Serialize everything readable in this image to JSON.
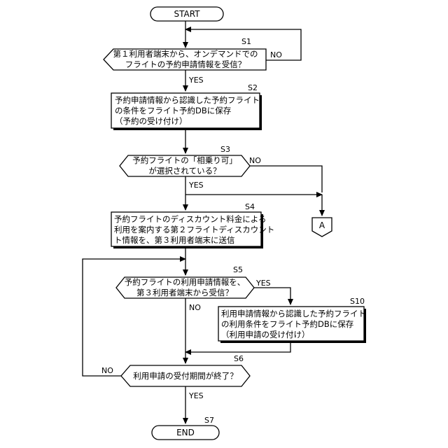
{
  "start": "START",
  "end": "END",
  "steps": {
    "s1": {
      "id": "S1",
      "lines": [
        "第１利用者端末から、オンデマンドでの",
        "フライトの予約申請情報を受信？"
      ],
      "yes": "YES",
      "no": "NO"
    },
    "s2": {
      "id": "S2",
      "lines": [
        "予約申請情報から認識した予約フライト",
        "の条件をフライト予約DBに保存",
        "（予約の受け付け）"
      ]
    },
    "s3": {
      "id": "S3",
      "lines": [
        "予約フライトの「相乗り可」",
        "が選択されている？"
      ],
      "yes": "YES",
      "no": "NO"
    },
    "connector": "A",
    "s4": {
      "id": "S4",
      "lines": [
        "予約フライトのディスカウント料金による",
        "利用を案内する第２フライトディスカウント",
        "ト情報を、第３利用者端末に送信"
      ]
    },
    "s5": {
      "id": "S5",
      "lines": [
        "予約フライトの利用申請情報を、",
        "第３利用者端末から受信？"
      ],
      "yes": "YES",
      "no": "NO"
    },
    "s10": {
      "id": "S10",
      "lines": [
        "利用申請情報から認識した予約フライト",
        "の利用条件をフライト予約DBに保存",
        "（利用申請の受け付け）"
      ]
    },
    "s6": {
      "id": "S6",
      "lines": [
        "利用申請の受付期間が終了？"
      ],
      "yes": "YES",
      "no": "NO"
    },
    "s7": {
      "id": "S7"
    }
  }
}
